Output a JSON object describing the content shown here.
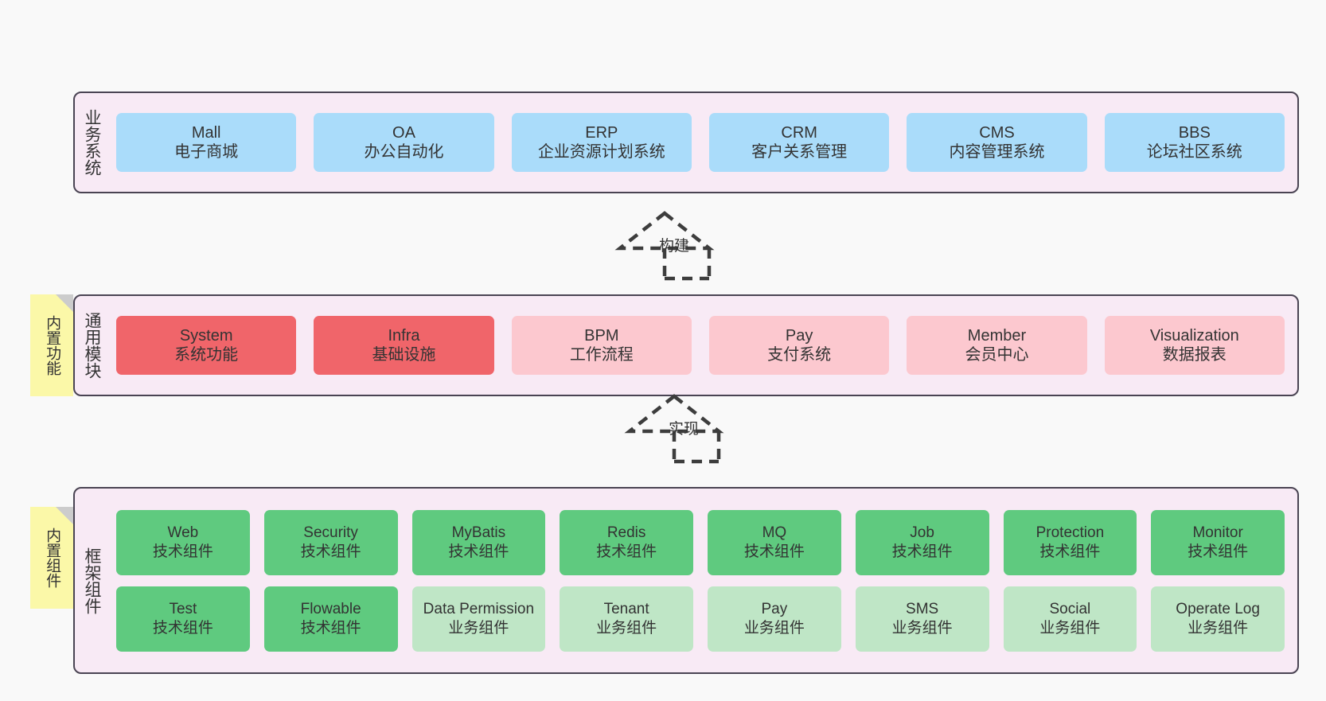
{
  "diagram": {
    "background": "#f9f9f9",
    "layer_fill": "#f8eaf5",
    "layer_border": "#4a4453"
  },
  "layers": [
    {
      "id": "business",
      "title": "业务系统",
      "rows": [
        {
          "cells": [
            {
              "en": "Mall",
              "cn": "电子商城",
              "fill": "#aadcfa"
            },
            {
              "en": "OA",
              "cn": "办公自动化",
              "fill": "#aadcfa"
            },
            {
              "en": "ERP",
              "cn": "企业资源计划系统",
              "fill": "#aadcfa"
            },
            {
              "en": "CRM",
              "cn": "客户关系管理",
              "fill": "#aadcfa"
            },
            {
              "en": "CMS",
              "cn": "内容管理系统",
              "fill": "#aadcfa"
            },
            {
              "en": "BBS",
              "cn": "论坛社区系统",
              "fill": "#aadcfa"
            }
          ]
        }
      ]
    },
    {
      "id": "common",
      "title": "通用模块",
      "rows": [
        {
          "cells": [
            {
              "en": "System",
              "cn": "系统功能",
              "fill": "#f0656a"
            },
            {
              "en": "Infra",
              "cn": "基础设施",
              "fill": "#f0656a"
            },
            {
              "en": "BPM",
              "cn": "工作流程",
              "fill": "#fcc8cf"
            },
            {
              "en": "Pay",
              "cn": "支付系统",
              "fill": "#fcc8cf"
            },
            {
              "en": "Member",
              "cn": "会员中心",
              "fill": "#fcc8cf"
            },
            {
              "en": "Visualization",
              "cn": "数据报表",
              "fill": "#fcc8cf"
            }
          ]
        }
      ]
    },
    {
      "id": "framework",
      "title": "框架组件",
      "rows": [
        {
          "cells": [
            {
              "en": "Web",
              "cn": "技术组件",
              "fill": "#5fca7f"
            },
            {
              "en": "Security",
              "cn": "技术组件",
              "fill": "#5fca7f"
            },
            {
              "en": "MyBatis",
              "cn": "技术组件",
              "fill": "#5fca7f"
            },
            {
              "en": "Redis",
              "cn": "技术组件",
              "fill": "#5fca7f"
            },
            {
              "en": "MQ",
              "cn": "技术组件",
              "fill": "#5fca7f"
            },
            {
              "en": "Job",
              "cn": "技术组件",
              "fill": "#5fca7f"
            },
            {
              "en": "Protection",
              "cn": "技术组件",
              "fill": "#5fca7f"
            },
            {
              "en": "Monitor",
              "cn": "技术组件",
              "fill": "#5fca7f"
            }
          ]
        },
        {
          "cells": [
            {
              "en": "Test",
              "cn": "技术组件",
              "fill": "#5fca7f"
            },
            {
              "en": "Flowable",
              "cn": "技术组件",
              "fill": "#5fca7f"
            },
            {
              "en": "Data Permission",
              "cn": "业务组件",
              "fill": "#bfe6c6"
            },
            {
              "en": "Tenant",
              "cn": "业务组件",
              "fill": "#bfe6c6"
            },
            {
              "en": "Pay",
              "cn": "业务组件",
              "fill": "#bfe6c6"
            },
            {
              "en": "SMS",
              "cn": "业务组件",
              "fill": "#bfe6c6"
            },
            {
              "en": "Social",
              "cn": "业务组件",
              "fill": "#bfe6c6"
            },
            {
              "en": "Operate Log",
              "cn": "业务组件",
              "fill": "#bfe6c6"
            }
          ]
        }
      ]
    }
  ],
  "notes": [
    {
      "id": "functions",
      "text": "内置功能",
      "fill": "#fbf8a8"
    },
    {
      "id": "components",
      "text": "内置组件",
      "fill": "#fbf8a8"
    }
  ],
  "arrows": [
    {
      "id": "build",
      "label": "构建",
      "style": "dashed-generalization"
    },
    {
      "id": "impl",
      "label": "实现",
      "style": "dashed-generalization"
    }
  ]
}
